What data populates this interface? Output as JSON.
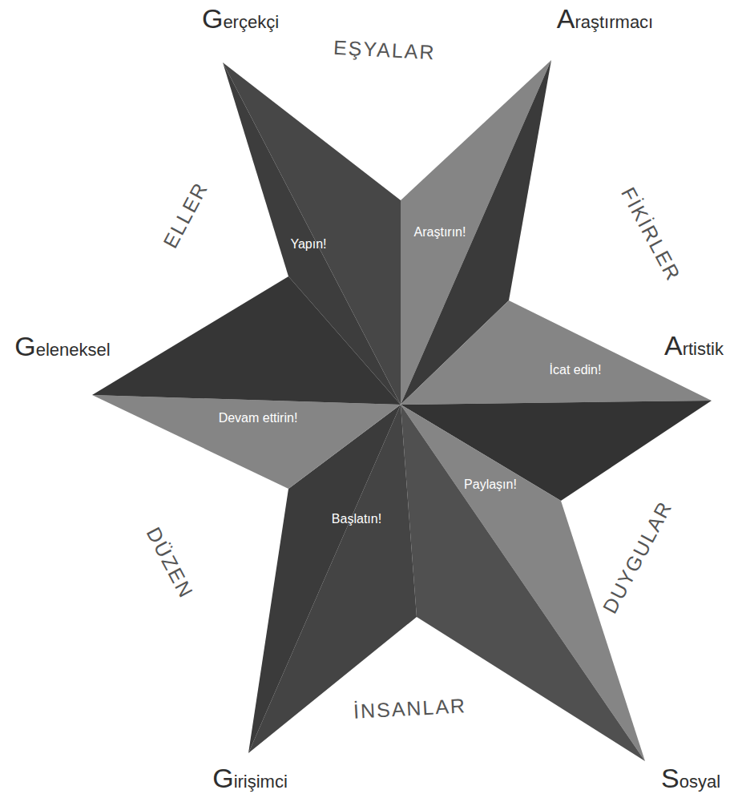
{
  "diagram": {
    "labels": [
      "Gerçekçi",
      "EŞYALAR",
      "Araştırmacı",
      "ELLER",
      "Yapın!",
      "Araştırın!",
      "FİKİRLER",
      "Geleneksel",
      "Artistik",
      "İcat edin!",
      "Devam ettirin!",
      "Paylaşın!",
      "DÜZEN",
      "Başlatın!",
      "DUYGULAR",
      "İNSANLAR",
      "Girişimci",
      "Sosyal"
    ]
  }
}
